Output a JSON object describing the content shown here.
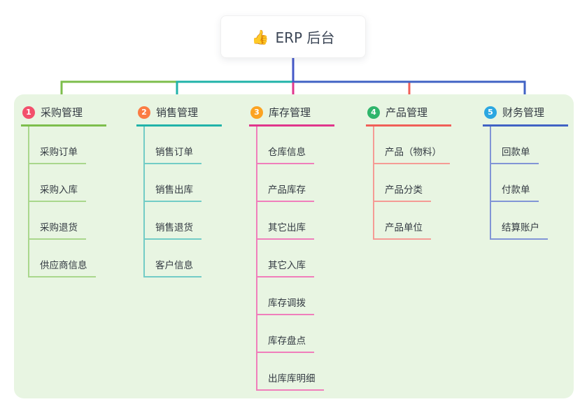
{
  "root": {
    "icon": "👍",
    "title": "ERP 后台"
  },
  "colors": {
    "root_connector": "#4558c8",
    "panel_bg": "#e8f5e2"
  },
  "branches": [
    {
      "num": "1",
      "label": "采购管理",
      "badge_color": "#f3506c",
      "line_color": "#7dbe4c",
      "child_line_color": "#a9d78c",
      "items": [
        "采购订单",
        "采购入库",
        "采购退货",
        "供应商信息"
      ]
    },
    {
      "num": "2",
      "label": "销售管理",
      "badge_color": "#fb7c43",
      "line_color": "#21b3a9",
      "child_line_color": "#72ccc6",
      "items": [
        "销售订单",
        "销售出库",
        "销售退货",
        "客户信息"
      ]
    },
    {
      "num": "3",
      "label": "库存管理",
      "badge_color": "#fca321",
      "line_color": "#e0368c",
      "child_line_color": "#f07ebb",
      "items": [
        "仓库信息",
        "产品库存",
        "其它出库",
        "其它入库",
        "库存调拨",
        "库存盘点",
        "出库库明细"
      ]
    },
    {
      "num": "4",
      "label": "产品管理",
      "badge_color": "#2fb56b",
      "line_color": "#f05f58",
      "child_line_color": "#f59b95",
      "items": [
        "产品（物料）",
        "产品分类",
        "产品单位"
      ]
    },
    {
      "num": "5",
      "label": "财务管理",
      "badge_color": "#2ba7e1",
      "line_color": "#4163c4",
      "child_line_color": "#8195d6",
      "items": [
        "回款单",
        "付款单",
        "结算账户"
      ]
    }
  ]
}
